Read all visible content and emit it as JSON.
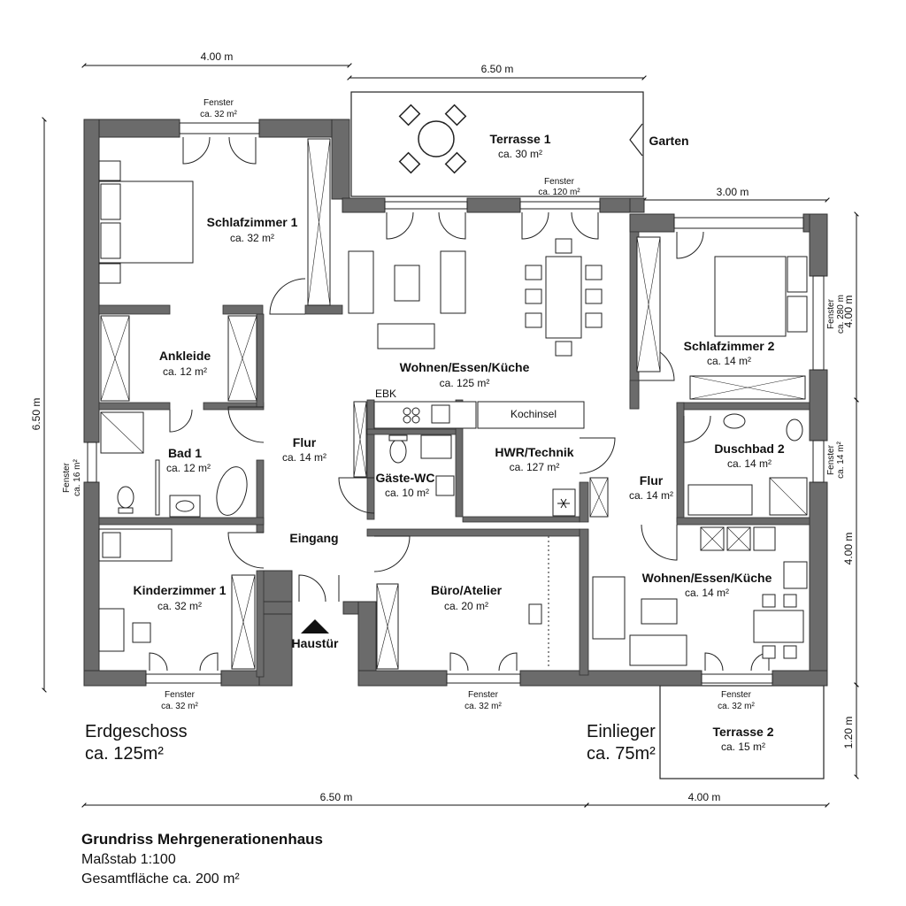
{
  "dimensions": {
    "top_left": "4.00 m",
    "top_center": "6.50 m",
    "right_upper": "3.00 m",
    "left_side": "6.50 m",
    "right_side_1": "4.00 m",
    "right_side_2": "4.00 m",
    "right_side_3": "1.20 m",
    "bottom_left": "6.50 m",
    "bottom_right": "4.00 m"
  },
  "windows": {
    "top_left": {
      "label": "Fenster",
      "area": "ca. 32 m²"
    },
    "living_top": {
      "label": "Fenster",
      "area": "ca. 120 m²"
    },
    "left_bath": {
      "label": "Fenster",
      "area": "ca. 16 m²"
    },
    "right_bed": {
      "label": "Fenster",
      "area": "ca. 280 m"
    },
    "right_bath": {
      "label": "Fenster",
      "area": "ca. 14 m²"
    },
    "bottom_kids": {
      "label": "Fenster",
      "area": "ca. 32 m²"
    },
    "bottom_office": {
      "label": "Fenster",
      "area": "ca. 32 m²"
    },
    "bottom_einlieger": {
      "label": "Fenster",
      "area": "ca. 32 m²"
    }
  },
  "rooms": {
    "terrasse1": {
      "name": "Terrasse 1",
      "area": "ca. 30 m²"
    },
    "garten": {
      "name": "Garten"
    },
    "schlafzimmer1": {
      "name": "Schlafzimmer 1",
      "area": "ca. 32 m²"
    },
    "wohnen_main": {
      "name": "Wohnen/Essen/Küche",
      "area": "ca. 125 m²"
    },
    "schlafzimmer2": {
      "name": "Schlafzimmer 2",
      "area": "ca. 14 m²"
    },
    "ankleide": {
      "name": "Ankleide",
      "area": "ca. 12 m²"
    },
    "ebk": {
      "name": "EBK"
    },
    "kochinsel": {
      "name": "Kochinsel"
    },
    "bad1": {
      "name": "Bad 1",
      "area": "ca. 12 m²"
    },
    "flur_main": {
      "name": "Flur",
      "area": "ca. 14 m²"
    },
    "gaeste_wc": {
      "name": "Gäste-WC",
      "area": "ca. 10 m²"
    },
    "hwr": {
      "name": "HWR/Technik",
      "area": "ca. 127 m²"
    },
    "flur_einlieger": {
      "name": "Flur",
      "area": "ca. 14 m²"
    },
    "duschbad2": {
      "name": "Duschbad 2",
      "area": "ca. 14 m²"
    },
    "eingang": {
      "name": "Eingang"
    },
    "kinderzimmer1": {
      "name": "Kinderzimmer 1",
      "area": "ca. 32 m²"
    },
    "buero": {
      "name": "Büro/Atelier",
      "area": "ca. 20 m²"
    },
    "wohnen_einlieger": {
      "name": "Wohnen/Essen/Küche",
      "area": "ca. 14 m²"
    },
    "haustuer": {
      "name": "Haustür"
    },
    "terrasse2": {
      "name": "Terrasse 2",
      "area": "ca. 15 m²"
    }
  },
  "zones": {
    "erdgeschoss": {
      "name": "Erdgeschoss",
      "area": "ca. 125m²"
    },
    "einlieger": {
      "name": "Einlieger",
      "area": "ca. 75m²"
    }
  },
  "footer": {
    "title": "Grundriss Mehrgenerationenhaus",
    "scale": "Maßstab 1:100",
    "total": "Gesamtfläche ca. 200 m²"
  }
}
